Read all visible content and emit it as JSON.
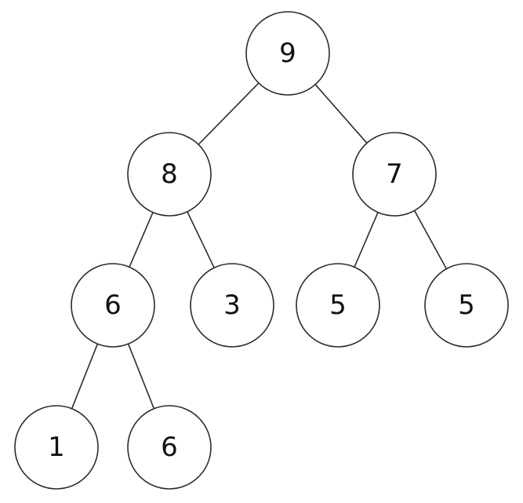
{
  "tree": {
    "nodes": [
      {
        "id": "n0",
        "label": "9"
      },
      {
        "id": "n1",
        "label": "8"
      },
      {
        "id": "n2",
        "label": "7"
      },
      {
        "id": "n3",
        "label": "6"
      },
      {
        "id": "n4",
        "label": "3"
      },
      {
        "id": "n5",
        "label": "5"
      },
      {
        "id": "n6",
        "label": "5"
      },
      {
        "id": "n7",
        "label": "1"
      },
      {
        "id": "n8",
        "label": "6"
      }
    ],
    "edges": [
      {
        "from": "n0",
        "to": "n1"
      },
      {
        "from": "n0",
        "to": "n2"
      },
      {
        "from": "n1",
        "to": "n3"
      },
      {
        "from": "n1",
        "to": "n4"
      },
      {
        "from": "n2",
        "to": "n5"
      },
      {
        "from": "n2",
        "to": "n6"
      },
      {
        "from": "n3",
        "to": "n7"
      },
      {
        "from": "n3",
        "to": "n8"
      }
    ]
  },
  "colors": {
    "stroke": "#2b2b2b",
    "fill": "#ffffff",
    "text": "#111111"
  }
}
